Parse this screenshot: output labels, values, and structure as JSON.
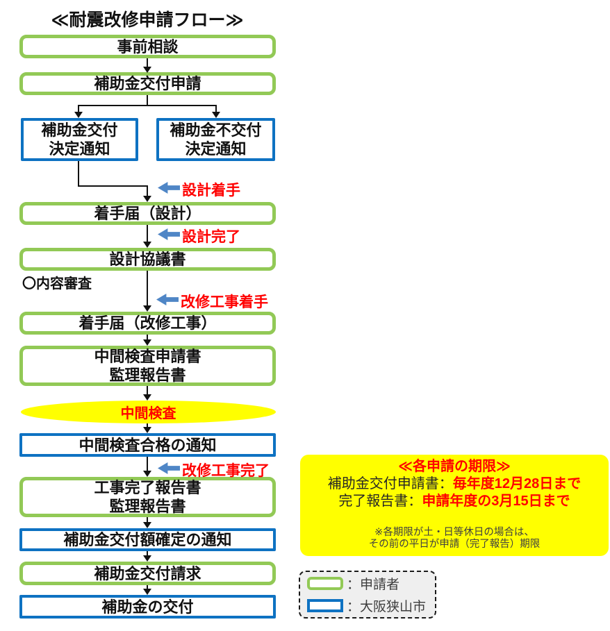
{
  "title": "≪耐震改修申請フロー≫",
  "nodes": {
    "prior_consultation": "事前相談",
    "grant_application": "補助金交付申請",
    "grant_decision_notice": "補助金交付\n決定通知",
    "grant_rejection_notice": "補助金不交付\n決定通知",
    "start_notice_design": "着手届（設計）",
    "design_consultation_doc": "設計協議書",
    "start_notice_construction": "着手届（改修工事）",
    "interim_inspection_application": "中間検査申請書\n監理報告書",
    "interim_inspection": "中間検査",
    "interim_pass_notice": "中間検査合格の通知",
    "completion_report": "工事完了報告書\n監理報告書",
    "grant_amount_confirmation_notice": "補助金交付額確定の通知",
    "grant_payment_request": "補助金交付請求",
    "grant_payment": "補助金の交付"
  },
  "annotations": {
    "design_start": "設計着手",
    "design_complete": "設計完了",
    "construction_start": "改修工事着手",
    "construction_complete": "改修工事完了",
    "content_review": "〇内容審査"
  },
  "note": {
    "title": "≪各申請の期限≫",
    "line1_label": "補助金交付申請書：",
    "line1_value": "毎年度12月28日まで",
    "line2_label": "完了報告書：",
    "line2_value": "申請年度の3月15日まで",
    "footnote1": "※各期限が土・日等休日の場合は、",
    "footnote2": "その前の平日が申請（完了報告）期限"
  },
  "legend": {
    "applicant": "：申請者",
    "city": "：大阪狭山市"
  },
  "colors": {
    "applicant_green": "#92c956",
    "city_blue": "#0e72c2",
    "highlight_yellow": "#ffff00",
    "accent_red": "#ff0000",
    "block_arrow_blue": "#4f86c6"
  }
}
